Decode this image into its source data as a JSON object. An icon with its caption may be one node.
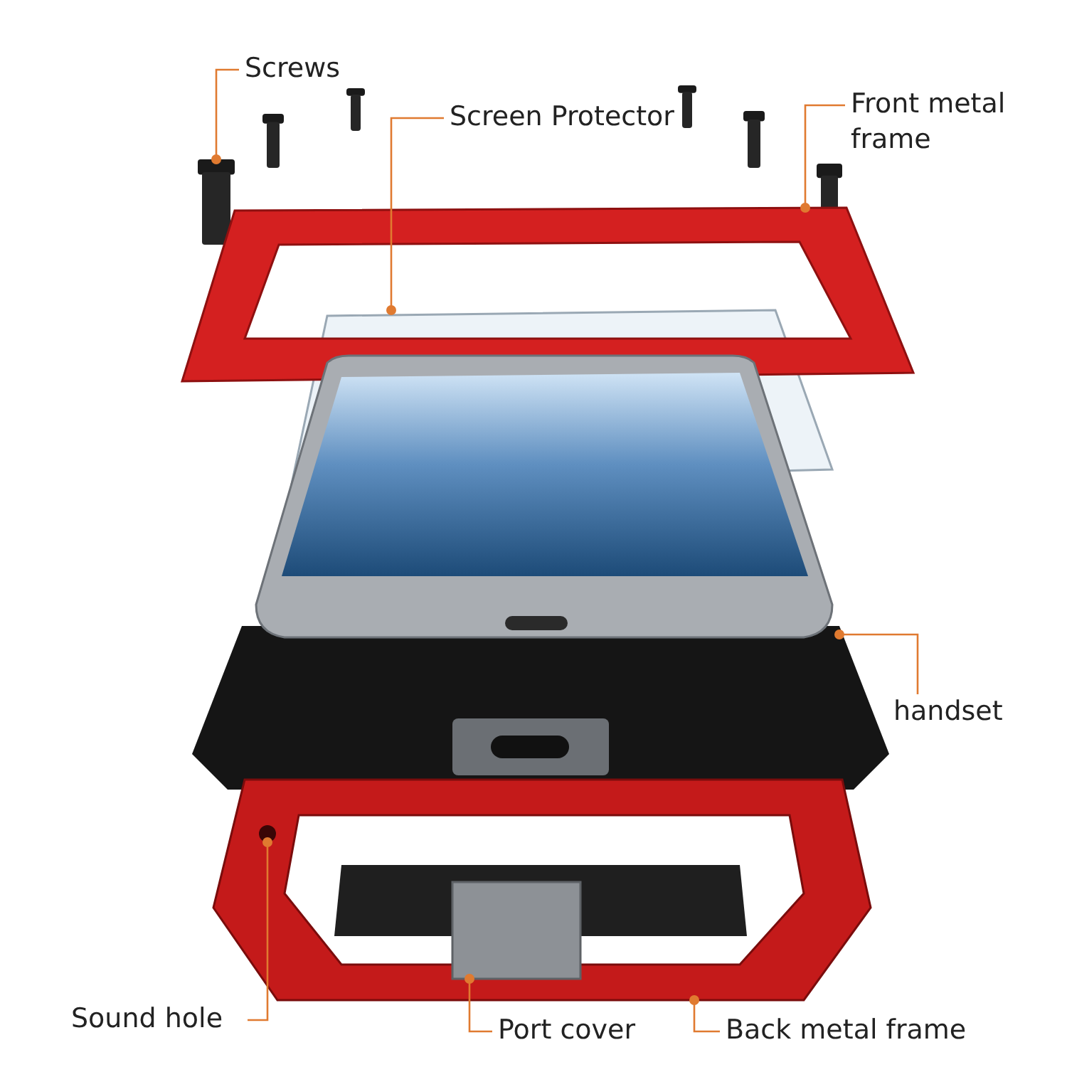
{
  "diagram": {
    "nodes": [
      {
        "text": [
          "Screws"
        ]
      },
      {
        "text": [
          "Screen Protector"
        ]
      },
      {
        "text": [
          "Front metal frame"
        ]
      },
      {
        "text": [
          "handset"
        ]
      },
      {
        "text": [
          "Sound hole"
        ]
      },
      {
        "text": [
          "Port cover"
        ]
      },
      {
        "text": [
          "Back metal frame"
        ]
      },
      {
        "text": [],
        "shape": "bar"
      },
      {
        "text": [],
        "shape": "box"
      },
      {
        "text": [],
        "shape": "box"
      },
      {
        "text": [],
        "shape": "picture"
      },
      {
        "text": [],
        "shape": "picture"
      },
      {
        "text": [],
        "shape": "circle",
        "in": 11
      },
      {
        "text": [],
        "shape": "box",
        "in": 11
      }
    ],
    "edges": [
      {
        "from": 0,
        "to": 7,
        "arrow": "other"
      },
      {
        "from": 1,
        "to": 8,
        "arrow": "other"
      },
      {
        "from": 2,
        "to": 9,
        "arrow": "other"
      },
      {
        "from": 3,
        "to": 10,
        "arrow": "other"
      },
      {
        "from": 4,
        "to": 12,
        "arrow": "other"
      },
      {
        "from": 5,
        "to": 13,
        "arrow": "other"
      },
      {
        "from": 6,
        "to": 11,
        "arrow": "other"
      }
    ]
  }
}
